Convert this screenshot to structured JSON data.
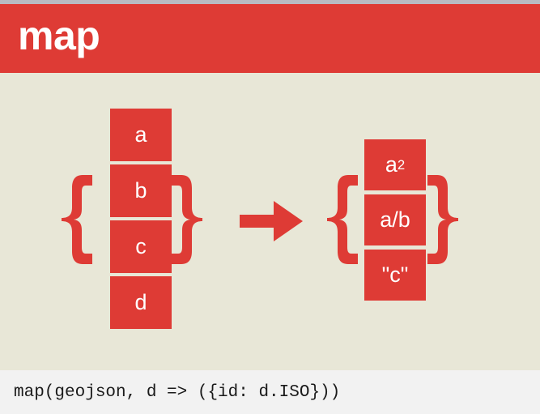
{
  "header": {
    "title": "map"
  },
  "colors": {
    "accent_red": "#DE3B35",
    "canvas_beige": "#E8E7D7",
    "top_rule_gray": "#B9BAC2",
    "code_bar_bg": "#F2F2F2",
    "code_text": "#1A1A1A",
    "box_label": "#FFFFFF"
  },
  "diagram": {
    "input": {
      "brace_open": "{",
      "brace_close": "}",
      "cells": [
        {
          "label": "a"
        },
        {
          "label": "b"
        },
        {
          "label": "c"
        },
        {
          "label": "d"
        }
      ]
    },
    "transform_arrow": "arrow-right",
    "output": {
      "brace_open": "{",
      "brace_close": "}",
      "cells": [
        {
          "label": "a²",
          "base": "a",
          "exponent": "2"
        },
        {
          "label": "a/b"
        },
        {
          "label": "\"c\""
        }
      ]
    }
  },
  "code": {
    "snippet": "map(geojson, d => ({id: d.ISO}))"
  }
}
